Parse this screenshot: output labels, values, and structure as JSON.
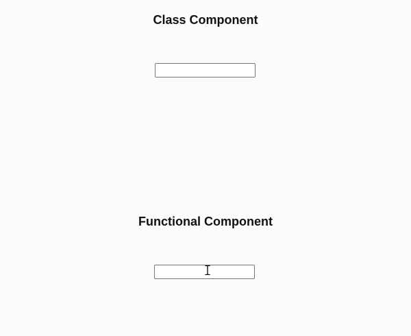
{
  "class_component": {
    "title": "Class Component",
    "input_value": ""
  },
  "functional_component": {
    "title": "Functional Component",
    "input_value": ""
  },
  "cursor": {
    "type": "text-ibeam"
  }
}
